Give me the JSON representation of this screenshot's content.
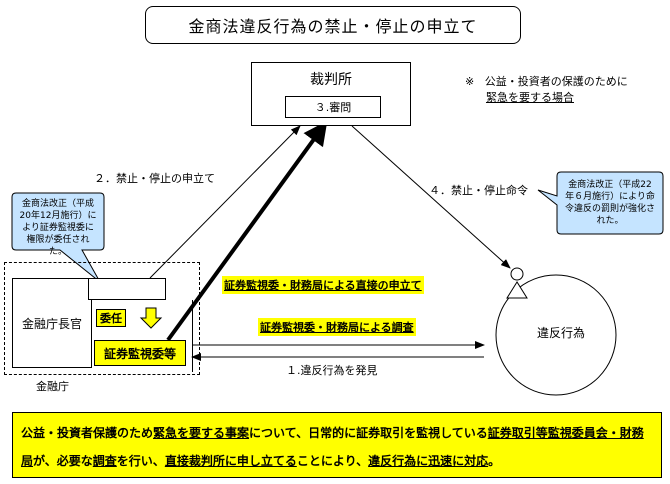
{
  "title": "金商法違反行為の禁止・停止の申立て",
  "court": {
    "name": "裁判所",
    "hearing": "３.審問"
  },
  "note": {
    "mark": "※",
    "line1": "公益・投資者の保護のために",
    "line2": "緊急を要する場合"
  },
  "arrows": {
    "petition": "２．禁止・停止の申立て",
    "order": "４．禁止・停止命令",
    "direct_petition": "証券監視委・財務局による直接の申立て",
    "investigation": "証券監視委・財務局による調査",
    "discovery": "１.違反行為を発見"
  },
  "callouts": {
    "left": "金商法改正（平成20年12月施行）により証券監視委に権限が委任された。",
    "right": "金商法改正（平成22年６月施行）により命令違反の罰則が強化された。"
  },
  "fsa": {
    "commissioner": "金融庁長官",
    "delegation": "委任",
    "sesc": "証券監視委等",
    "label": "金融庁"
  },
  "violation": "違反行為",
  "summary": {
    "part1": "公益・投資者保護のため",
    "part2": "緊急を要する事案",
    "part3": "について、日常的に証券取引を監視している",
    "part4": "証券取引等監視委員会・財務局",
    "part5": "が、必要な",
    "part6": "調査",
    "part7": "を行い、",
    "part8": "直接裁判所に申し立てる",
    "part9": "ことにより、",
    "part10": "違反行為に迅速に対応",
    "part11": "。"
  }
}
